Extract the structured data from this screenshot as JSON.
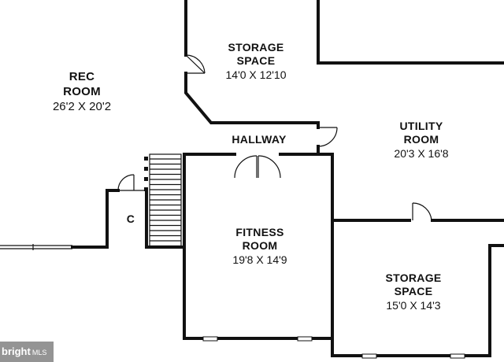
{
  "rooms": {
    "rec_room": {
      "name_line1": "REC",
      "name_line2": "ROOM",
      "dimensions": "26'2 X 20'2"
    },
    "storage_top": {
      "name_line1": "STORAGE",
      "name_line2": "SPACE",
      "dimensions": "14'0 X 12'10"
    },
    "hallway": {
      "name": "HALLWAY"
    },
    "utility_room": {
      "name_line1": "UTILITY",
      "name_line2": "ROOM",
      "dimensions": "20'3 X 16'8"
    },
    "closet": {
      "name": "C"
    },
    "fitness_room": {
      "name_line1": "FITNESS",
      "name_line2": "ROOM",
      "dimensions": "19'8 X 14'9"
    },
    "storage_bottom": {
      "name_line1": "STORAGE",
      "name_line2": "SPACE",
      "dimensions": "15'0 X 14'3"
    }
  },
  "watermark": {
    "text": "bright",
    "suffix": "MLS"
  }
}
